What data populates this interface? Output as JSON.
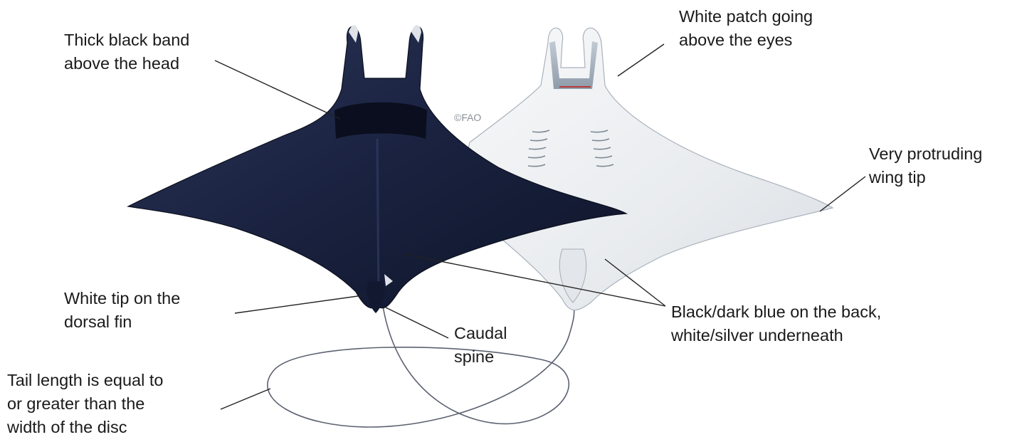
{
  "credit": "©FAO",
  "labels": {
    "band": [
      "Thick black band",
      "above the head"
    ],
    "white_patch": [
      "White patch going",
      "above the eyes"
    ],
    "wing_tip": [
      "Very protruding",
      "wing tip"
    ],
    "dorsal": [
      "White tip on the",
      "dorsal fin"
    ],
    "color": [
      "Black/dark blue on the back,",
      "white/silver underneath"
    ],
    "spine": [
      "Caudal",
      "spine"
    ],
    "tail": [
      "Tail length is equal to",
      "or greater than the",
      "width of the disc"
    ]
  },
  "colors": {
    "dorsal_body": "#1b2440",
    "ventral_body": "#eef0f2",
    "leader_line": "#222222"
  }
}
